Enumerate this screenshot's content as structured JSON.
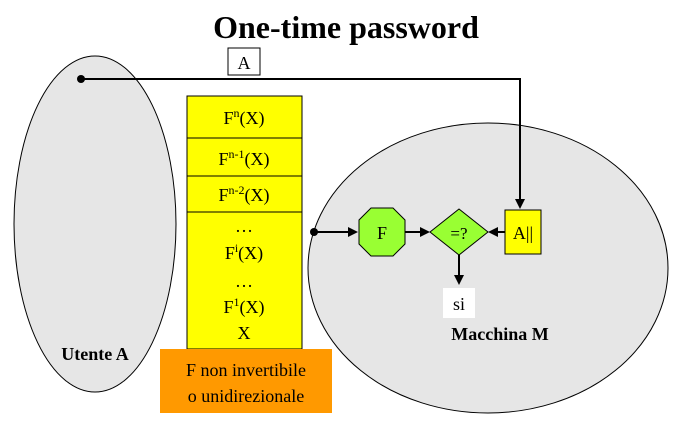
{
  "title": "One-time password",
  "sender_box": "A",
  "chain": {
    "top": [
      {
        "base": "F",
        "sup": "n",
        "arg": "(X)"
      },
      {
        "base": "F",
        "sup": "n-1",
        "arg": "(X)"
      },
      {
        "base": "F",
        "sup": "n-2",
        "arg": "(X)"
      }
    ],
    "dots_1": "…",
    "mid": {
      "base": "F",
      "sup": "i",
      "arg": "(X)"
    },
    "dots_2": "…",
    "low": {
      "base": "F",
      "sup": "1",
      "arg": "(X)"
    },
    "seed": "X"
  },
  "note": [
    "F non invertibile",
    "o unidirezionale"
  ],
  "user_label": "Utente A",
  "machine_label": "Macchina M",
  "hash_label": "F",
  "compare_label": "=?",
  "stored_label": "A||",
  "result_label": "si",
  "colors": {
    "ellipse_fill": "#e6e6e6",
    "chain_fill": "#ffff00",
    "note_fill": "#ff9900",
    "shape_fill": "#99ff33",
    "stored_fill": "#ffff00"
  }
}
